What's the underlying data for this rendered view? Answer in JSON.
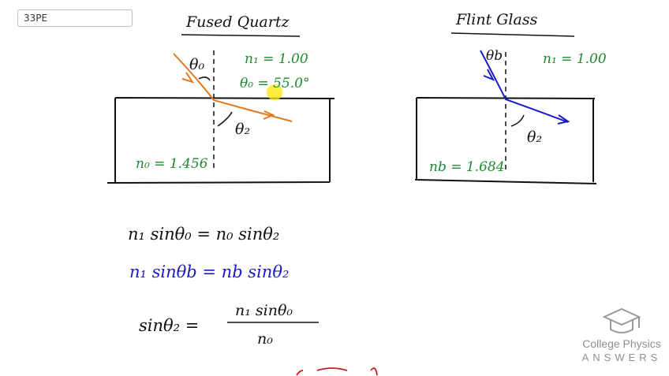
{
  "problem_label": "33PE",
  "left_panel": {
    "title": "Fused Quartz",
    "n1": "n₁ = 1.00",
    "theta0": "θ₀ = 55.0°",
    "theta0_label": "θ₀",
    "theta2_label": "θ₂",
    "n0": "n₀ = 1.456"
  },
  "right_panel": {
    "title": "Flint Glass",
    "n1": "n₁ = 1.00",
    "thetab_label": "θb",
    "theta2_label": "θ₂",
    "nb": "nb = 1.684"
  },
  "equations": {
    "eq1": "n₁ sinθ₀ = n₀ sinθ₂",
    "eq2": "n₁ sinθb = nb sinθ₂",
    "eq3_lhs": "sinθ₂ =",
    "eq3_num": "n₁ sinθ₀",
    "eq3_den": "n₀"
  },
  "colors": {
    "ink": "#111111",
    "green": "#1e8a2e",
    "blue": "#1a1ac8",
    "orange": "#e07a1c",
    "highlight": "#ffe600"
  },
  "logo": {
    "line1": "College Physics",
    "line2": "ANSWERS",
    "icon": "graduation-cap-icon"
  }
}
